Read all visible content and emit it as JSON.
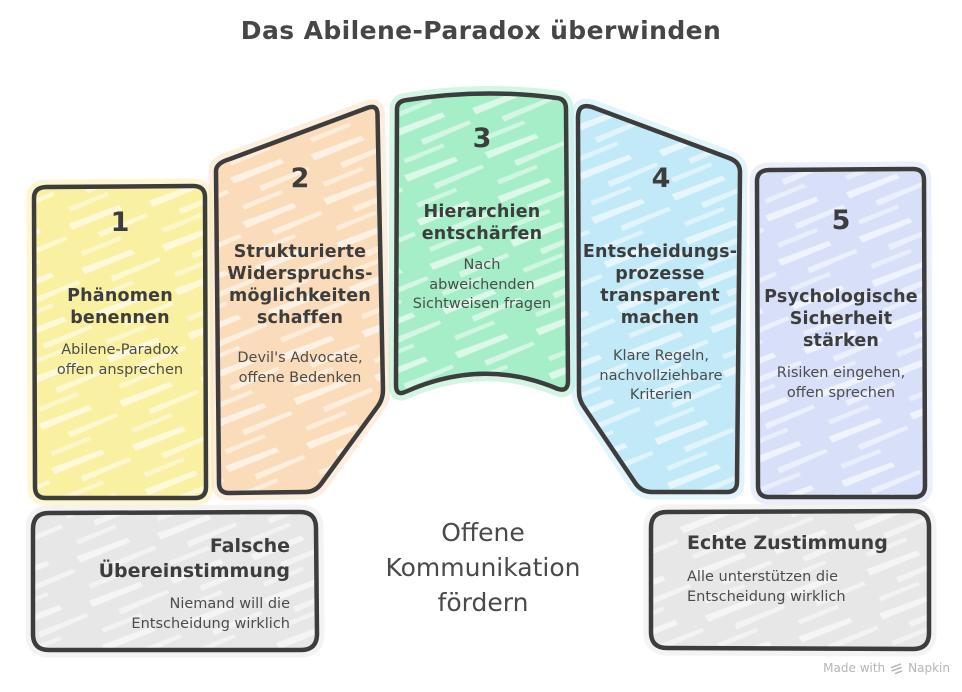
{
  "title": "Das Abilene-Paradox überwinden",
  "colors": {
    "stroke": "#3d3d3d",
    "yellow": "#f9f0a1",
    "peach": "#fadcbb",
    "green": "#a6eec8",
    "blue": "#c2e9f8",
    "lavender": "#d7e0f8",
    "gray_box": "#e7e7e7"
  },
  "steps": [
    {
      "number": "1",
      "color": "#f9f0a1",
      "heading": "Phänomen\nbenennen",
      "detail": "Abilene-Paradox\noffen ansprechen"
    },
    {
      "number": "2",
      "color": "#fadcbb",
      "heading": "Strukturierte\nWiderspruchs-\nmöglichkeiten\nschaffen",
      "detail": "Devil's Advocate,\noffene Bedenken"
    },
    {
      "number": "3",
      "color": "#a6eec8",
      "heading": "Hierarchien\nentschärfen",
      "detail": "Nach\nabweichenden\nSichtweisen fragen"
    },
    {
      "number": "4",
      "color": "#c2e9f8",
      "heading": "Entscheidungs-\nprozesse\ntransparent\nmachen",
      "detail": "Klare Regeln,\nnachvollziehbare\nKriterien"
    },
    {
      "number": "5",
      "color": "#d7e0f8",
      "heading": "Psychologische\nSicherheit\nstärken",
      "detail": "Risiken eingehen,\noffen sprechen"
    }
  ],
  "outcomes": {
    "left": {
      "color": "#e7e7e7",
      "heading": "Falsche\nÜbereinstimmung",
      "detail": "Niemand will die\nEntscheidung wirklich"
    },
    "right": {
      "color": "#e7e7e7",
      "heading": "Echte Zustimmung",
      "detail": "Alle unterstützen die\nEntscheidung wirklich"
    }
  },
  "center_message": "Offene\nKommunikation\nfördern",
  "watermark": {
    "prefix": "Made with",
    "brand": "Napkin"
  }
}
